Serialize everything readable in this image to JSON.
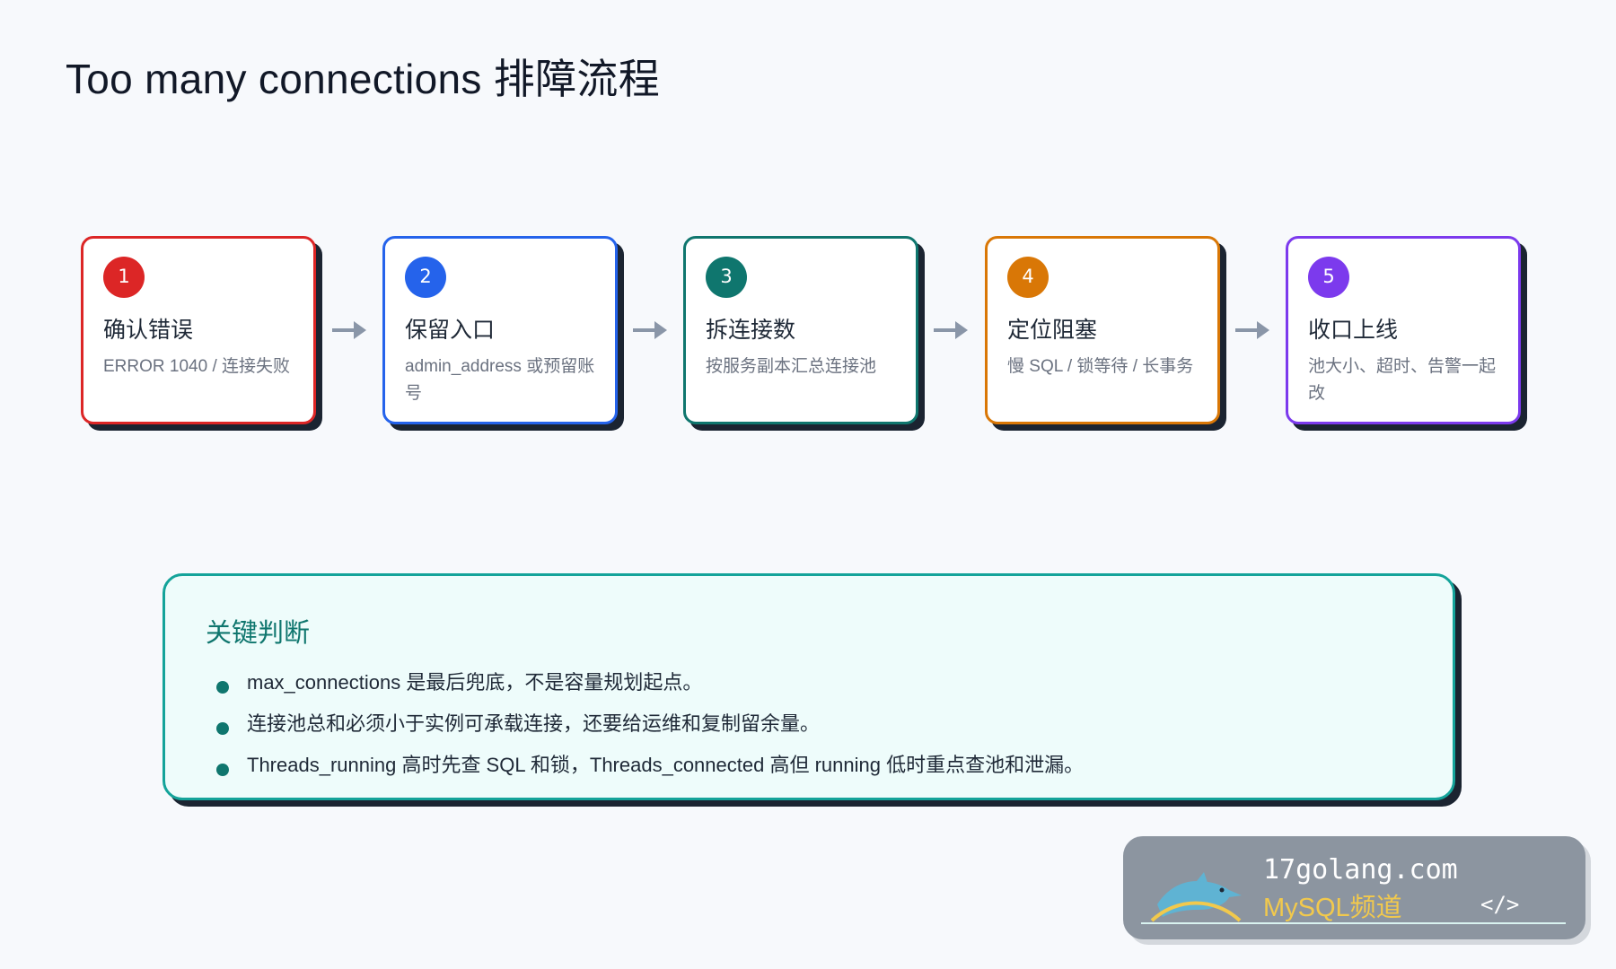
{
  "title": "Too many connections 排障流程",
  "steps": [
    {
      "num": "1",
      "title": "确认错误",
      "desc": "ERROR 1040 / 连接失败",
      "color": "#dc2626"
    },
    {
      "num": "2",
      "title": "保留入口",
      "desc": "admin_address 或预留账号",
      "color": "#2563eb"
    },
    {
      "num": "3",
      "title": "拆连接数",
      "desc": "按服务副本汇总连接池",
      "color": "#0f766e"
    },
    {
      "num": "4",
      "title": "定位阻塞",
      "desc": "慢 SQL / 锁等待 / 长事务",
      "color": "#d97706"
    },
    {
      "num": "5",
      "title": "收口上线",
      "desc": "池大小、超时、告警一起改",
      "color": "#7c3aed"
    }
  ],
  "key_panel": {
    "title": "关键判断",
    "items": [
      "max_connections 是最后兜底，不是容量规划起点。",
      "连接池总和必须小于实例可承载连接，还要给运维和复制留余量。",
      "Threads_running 高时先查 SQL 和锁，Threads_connected 高但 running 低时重点查池和泄漏。"
    ]
  },
  "watermark": {
    "site": "17golang.com",
    "sub": "MySQL频道",
    "code": "</>"
  }
}
